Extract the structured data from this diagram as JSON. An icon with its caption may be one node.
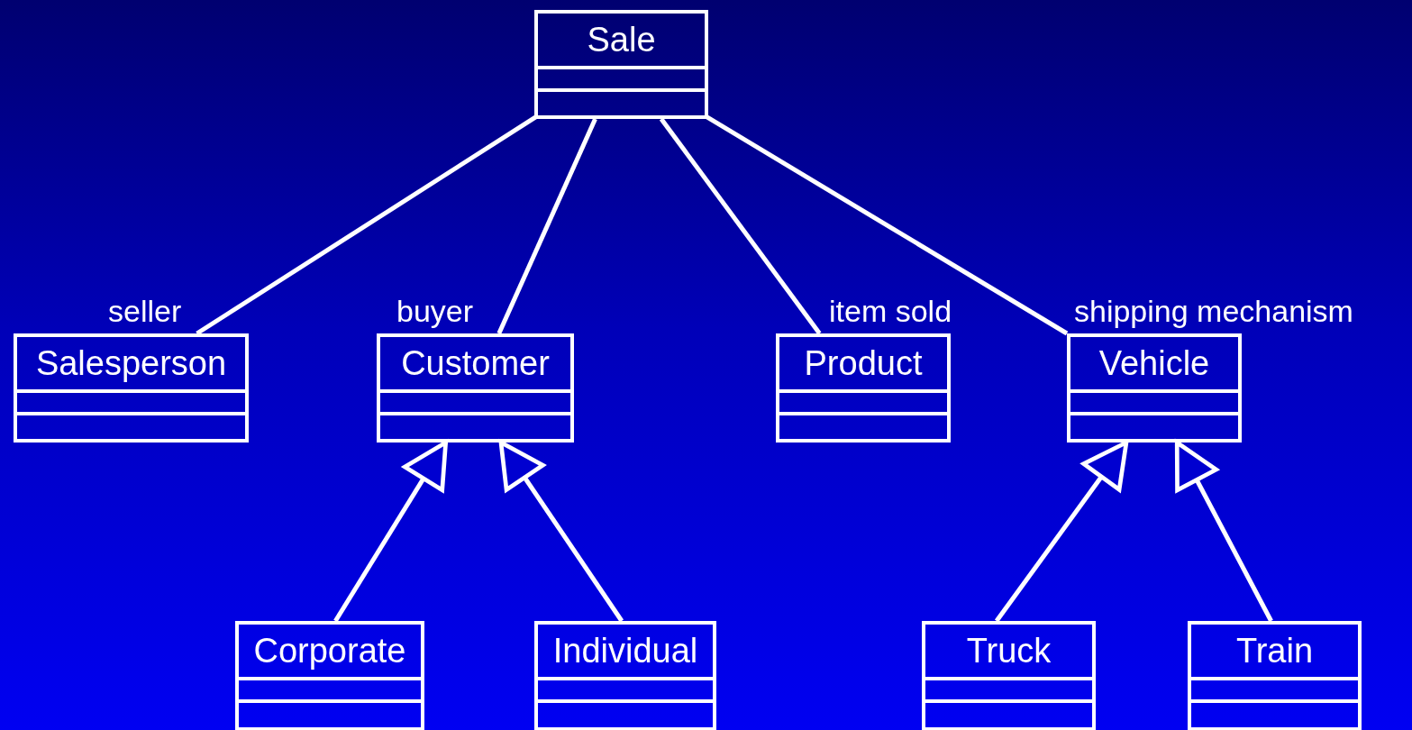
{
  "diagram": {
    "nodes": [
      {
        "text": [
          "Sale"
        ]
      },
      {
        "text": [
          "Salesperson"
        ]
      },
      {
        "text": [
          "Customer"
        ]
      },
      {
        "text": [
          "Product"
        ]
      },
      {
        "text": [
          "Vehicle"
        ]
      },
      {
        "text": [
          "Corporate"
        ]
      },
      {
        "text": [
          "Individual"
        ]
      },
      {
        "text": [
          "Truck"
        ]
      },
      {
        "text": [
          "Train"
        ]
      }
    ],
    "edges": [
      {
        "from": 0,
        "to": 1,
        "arrow": "none",
        "label": "seller"
      },
      {
        "from": 0,
        "to": 2,
        "arrow": "none",
        "label": "buyer"
      },
      {
        "from": 0,
        "to": 3,
        "arrow": "none",
        "label": "item sold"
      },
      {
        "from": 0,
        "to": 4,
        "arrow": "none",
        "label": "shipping mechanism"
      },
      {
        "from": 5,
        "to": 2,
        "arrow": "to"
      },
      {
        "from": 6,
        "to": 2,
        "arrow": "to"
      },
      {
        "from": 7,
        "to": 4,
        "arrow": "to"
      },
      {
        "from": 8,
        "to": 4,
        "arrow": "to"
      }
    ]
  }
}
